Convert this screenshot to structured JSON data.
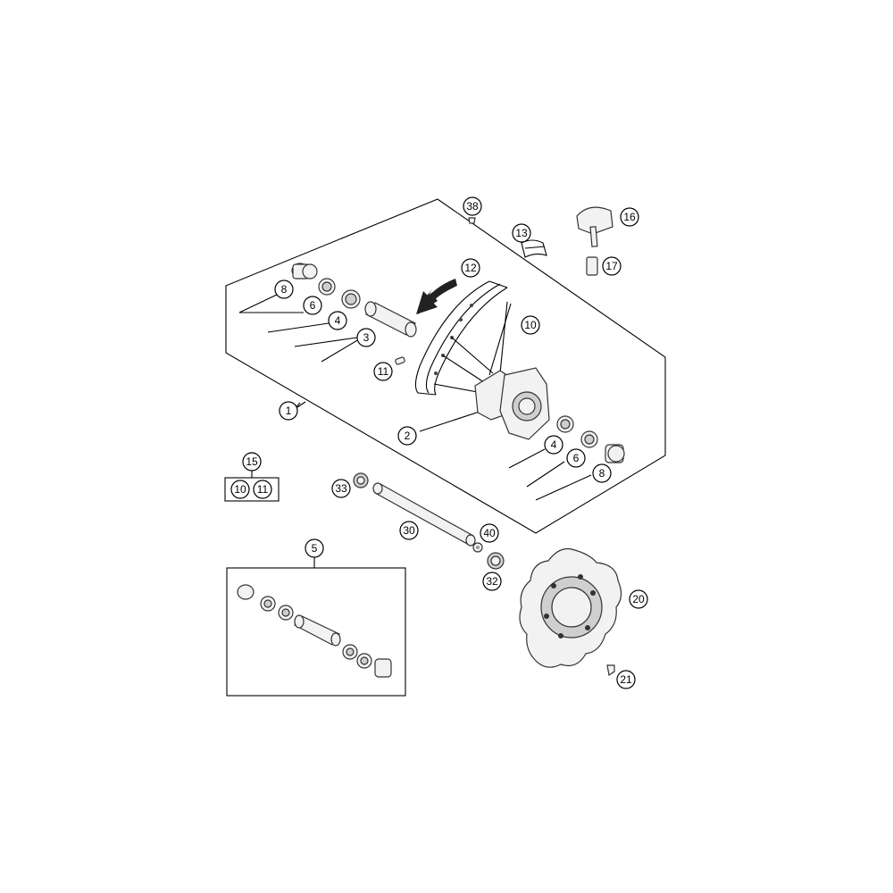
{
  "callouts": {
    "c1": "1",
    "c2": "2",
    "c3": "3",
    "c4a": "4",
    "c4b": "4",
    "c5": "5",
    "c6a": "6",
    "c6b": "6",
    "c8a": "8",
    "c8b": "8",
    "c10": "10",
    "c11": "11",
    "c12": "12",
    "c13": "13",
    "c15": "15",
    "c15_10": "10",
    "c15_11": "11",
    "c16": "16",
    "c17": "17",
    "c20": "20",
    "c21": "21",
    "c30": "30",
    "c32": "32",
    "c33": "33",
    "c38": "38",
    "c40": "40"
  }
}
